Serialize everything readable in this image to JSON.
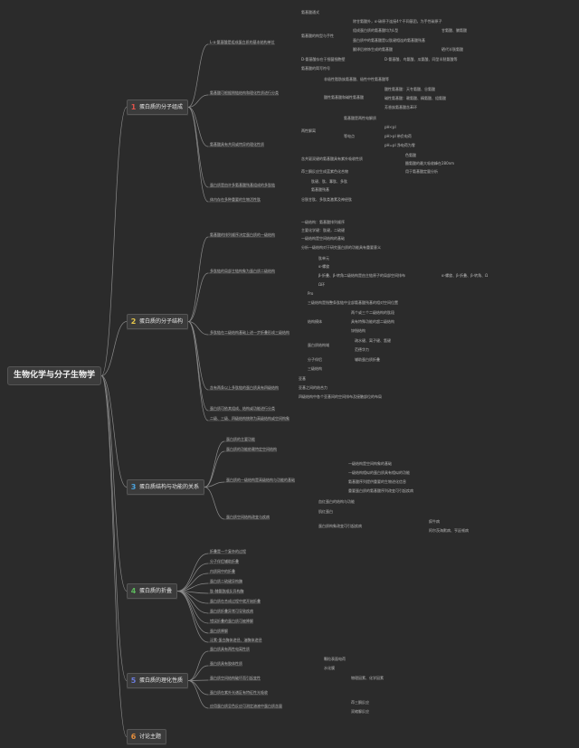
{
  "root": {
    "title": "生物化学与分子生物学"
  },
  "colors": {
    "background": "#2b2b2b",
    "line": "#8a8a8a",
    "num1": "#e0534b",
    "num2": "#e6c74a",
    "num3": "#4aa3df",
    "num4": "#5cb85c",
    "num5": "#6b7bdc",
    "num6": "#e58e3c"
  },
  "branches": [
    {
      "num": "1",
      "label": "蛋白质的分子组成"
    },
    {
      "num": "2",
      "label": "蛋白质的分子结构"
    },
    {
      "num": "3",
      "label": "蛋白质结构与功能的关系"
    },
    {
      "num": "4",
      "label": "蛋白质的折叠"
    },
    {
      "num": "5",
      "label": "蛋白质的理化性质"
    },
    {
      "num": "6",
      "label": "讨论主题"
    }
  ],
  "b1": {
    "t1": "L-α-氨基酸是组成蛋白质的基本结构单位",
    "t1a": "氨基酸通式",
    "t1b": "氨基酸的构型与手性",
    "t1b1": "除甘氨酸外，α-碳原子连接4个不同基团，为手性碳原子",
    "t1b2": "组成蛋白质的氨基酸均为L型",
    "t1b2x": "甘氨酸、脯氨酸",
    "t1b3": "蛋白质中的氨基酸是以肽键相连的氨基酸残基",
    "t1b4": "翻译后修饰生成的氨基酸",
    "t1b4x": "硒代半胱氨酸",
    "t1c": "D-氨基酸存在于细菌细胞壁",
    "t1c1": "D-氨基酸、鸟氨酸、瓜氨酸、同型半胱氨酸等",
    "t1d": "氨基酸的简写符号",
    "t2": "氨基酸可根据侧链结构和理化性质进行分类",
    "t2a": "非极性脂肪族氨基酸、极性中性氨基酸等",
    "t2b": "酸性氨基酸和碱性氨基酸",
    "t2b1": "酸性氨基酸：天冬氨酸、谷氨酸",
    "t2b2": "碱性氨基酸：赖氨酸、精氨酸、组氨酸",
    "t2b3": "芳香族氨基酸含苯环",
    "t3": "氨基酸具有共同或特异的理化性质",
    "t3a": "两性解离",
    "t3a1": "氨基酸是两性电解质",
    "t3a2": "等电点",
    "t3a2a": "pH<pI",
    "t3a2b": "pH>pI 带负电荷",
    "t3a2c": "pH=pI 净电荷为零",
    "t3b": "含共轭双键的氨基酸具有紫外吸收性质",
    "t3b1": "色氨酸",
    "t3b2": "酪氨酸的最大吸收峰在280nm",
    "t3c": "茚三酮反应生成蓝紫色化合物",
    "t3cx": "用于氨基酸定量分析",
    "t4": "蛋白质是由许多氨基酸残基组成的多肽链",
    "t4a": "肽键、肽、寡肽、多肽",
    "t4b": "氨基酸残基",
    "t5": "体内存在多种重要的生物活性肽",
    "t5x": "谷胱甘肽、多肽类激素及神经肽"
  },
  "b2": {
    "t1": "氨基酸的排列顺序决定蛋白质的一级结构",
    "t1a": "一级结构：氨基酸排列顺序",
    "t1b": "主要化学键：肽键，二硫键",
    "t1c": "一级结构是空间结构的基础",
    "t1d": "分析一级结构对于研究蛋白质的功能具有重要意义",
    "t2": "多肽链的局部主链构象为蛋白质二级结构",
    "t2a": "肽单元",
    "t2b": "α-螺旋",
    "t2c": "β-折叠、β-转角",
    "t2d": "Ω环",
    "t2e": "二级结构是由主链原子的局部空间排布",
    "t2ex": "α-螺旋、β-折叠、β-转角、Ω",
    "t3": "多肽链在二级结构基础上进一步折叠形成三级结构",
    "t3a": "Pro",
    "t3b": "三级结构是指整条肽链中全部氨基酸残基的相对空间位置",
    "t3c": "结构模体",
    "t3c1": "两个或三个二级结构的肽段",
    "t3c2": "具有特殊功能的超二级结构",
    "t3c3": "锌指结构",
    "t3d": "蛋白质结构域",
    "t3d1": "疏水键、离子键、氢键",
    "t3d2": "范德华力",
    "t3e": "分子伴侣",
    "t3ex": "辅助蛋白质折叠",
    "t3f": "三级结构",
    "t4": "含有两条以上多肽链的蛋白质具有四级结构",
    "t4a": "亚基",
    "t4b": "亚基之间的结合力",
    "t4c": "四级结构中各个亚基间的空间排布及接触部位的布局",
    "t5": "蛋白质可依其组成、结构或功能进行分类",
    "t6": "二级、三级、四级结构统称为高级结构或空间构象"
  },
  "b3": {
    "t1": "蛋白质的主要功能",
    "t2": "蛋白质的一级结构是高级结构与功能的基础",
    "t2a": "一级结构是空间构象的基础",
    "t3": "蛋白质的功能依赖特定空间结构",
    "t3a": "一级结构相似的蛋白质具有相似的功能",
    "t3b": "氨基酸序列提供重要的生物进化信息",
    "t3c": "重要蛋白质的氨基酸序列改变可引起疾病",
    "t4": "蛋白质空间结构改变与疾病",
    "t4a": "血红蛋白的结构与功能",
    "t4b": "肌红蛋白",
    "t4c": "蛋白质构象改变可引起疾病",
    "t4c1": "疯牛病",
    "t4c2": "阿尔茨海默病、亨廷顿病"
  },
  "b4": {
    "t1": "折叠是一个复杂的过程",
    "t2": "分子伴侣辅助折叠",
    "t3": "内质网中的折叠",
    "t4": "蛋白质二硫键异构酶",
    "t5": "肽-脯氨酰顺反异构酶",
    "t6": "蛋白质在合成过程中就开始折叠",
    "t7": "蛋白质折叠异常可导致疾病",
    "t8": "错误折叠的蛋白质可被降解",
    "t9": "蛋白质降解",
    "t10": "泛素-蛋白酶体途径、溶酶体途径"
  },
  "b5": {
    "t1": "蛋白质具有两性电离性质",
    "t2": "蛋白质具有胶体性质",
    "t2a": "颗粒表面电荷",
    "t2b": "水化膜",
    "t3": "蛋白质空间结构破坏而引起变性",
    "t3x": "物理因素、化学因素",
    "t4": "蛋白质在紫外光谱区有特征性光吸收",
    "t5": "应用蛋白质呈色反应可测定溶液中蛋白质含量",
    "t5a": "茚三酮反应",
    "t5b": "双缩脲反应"
  }
}
